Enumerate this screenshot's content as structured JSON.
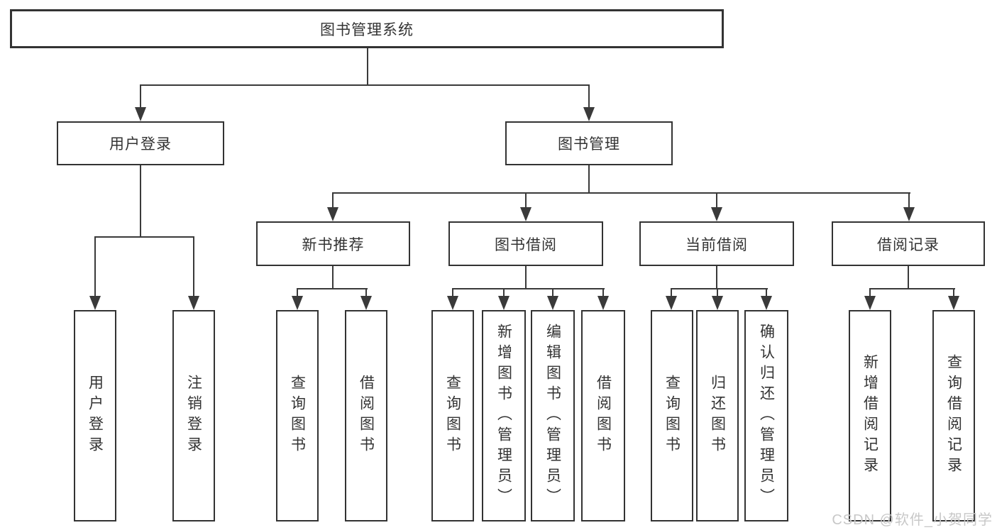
{
  "diagram": {
    "watermark": "CSDN @软件_小贺同学",
    "colors": {
      "line": "#3a3a3a",
      "box_border": "#333333",
      "text": "#333333",
      "background": "#ffffff",
      "watermark": "#c8c8c8"
    },
    "tree": {
      "label": "图书管理系统",
      "children": [
        {
          "label": "用户登录",
          "children": [
            {
              "label": "用户登录"
            },
            {
              "label": "注销登录"
            }
          ]
        },
        {
          "label": "图书管理",
          "children": [
            {
              "label": "新书推荐",
              "children": [
                {
                  "label": "查询图书"
                },
                {
                  "label": "借阅图书"
                }
              ]
            },
            {
              "label": "图书借阅",
              "children": [
                {
                  "label": "查询图书"
                },
                {
                  "label": "新增图书（管理员）"
                },
                {
                  "label": "编辑图书（管理员）"
                },
                {
                  "label": "借阅图书"
                }
              ]
            },
            {
              "label": "当前借阅",
              "children": [
                {
                  "label": "查询图书"
                },
                {
                  "label": "归还图书"
                },
                {
                  "label": "确认归还（管理员）"
                }
              ]
            },
            {
              "label": "借阅记录",
              "children": [
                {
                  "label": "新增借阅记录"
                },
                {
                  "label": "查询借阅记录"
                }
              ]
            }
          ]
        }
      ]
    }
  }
}
